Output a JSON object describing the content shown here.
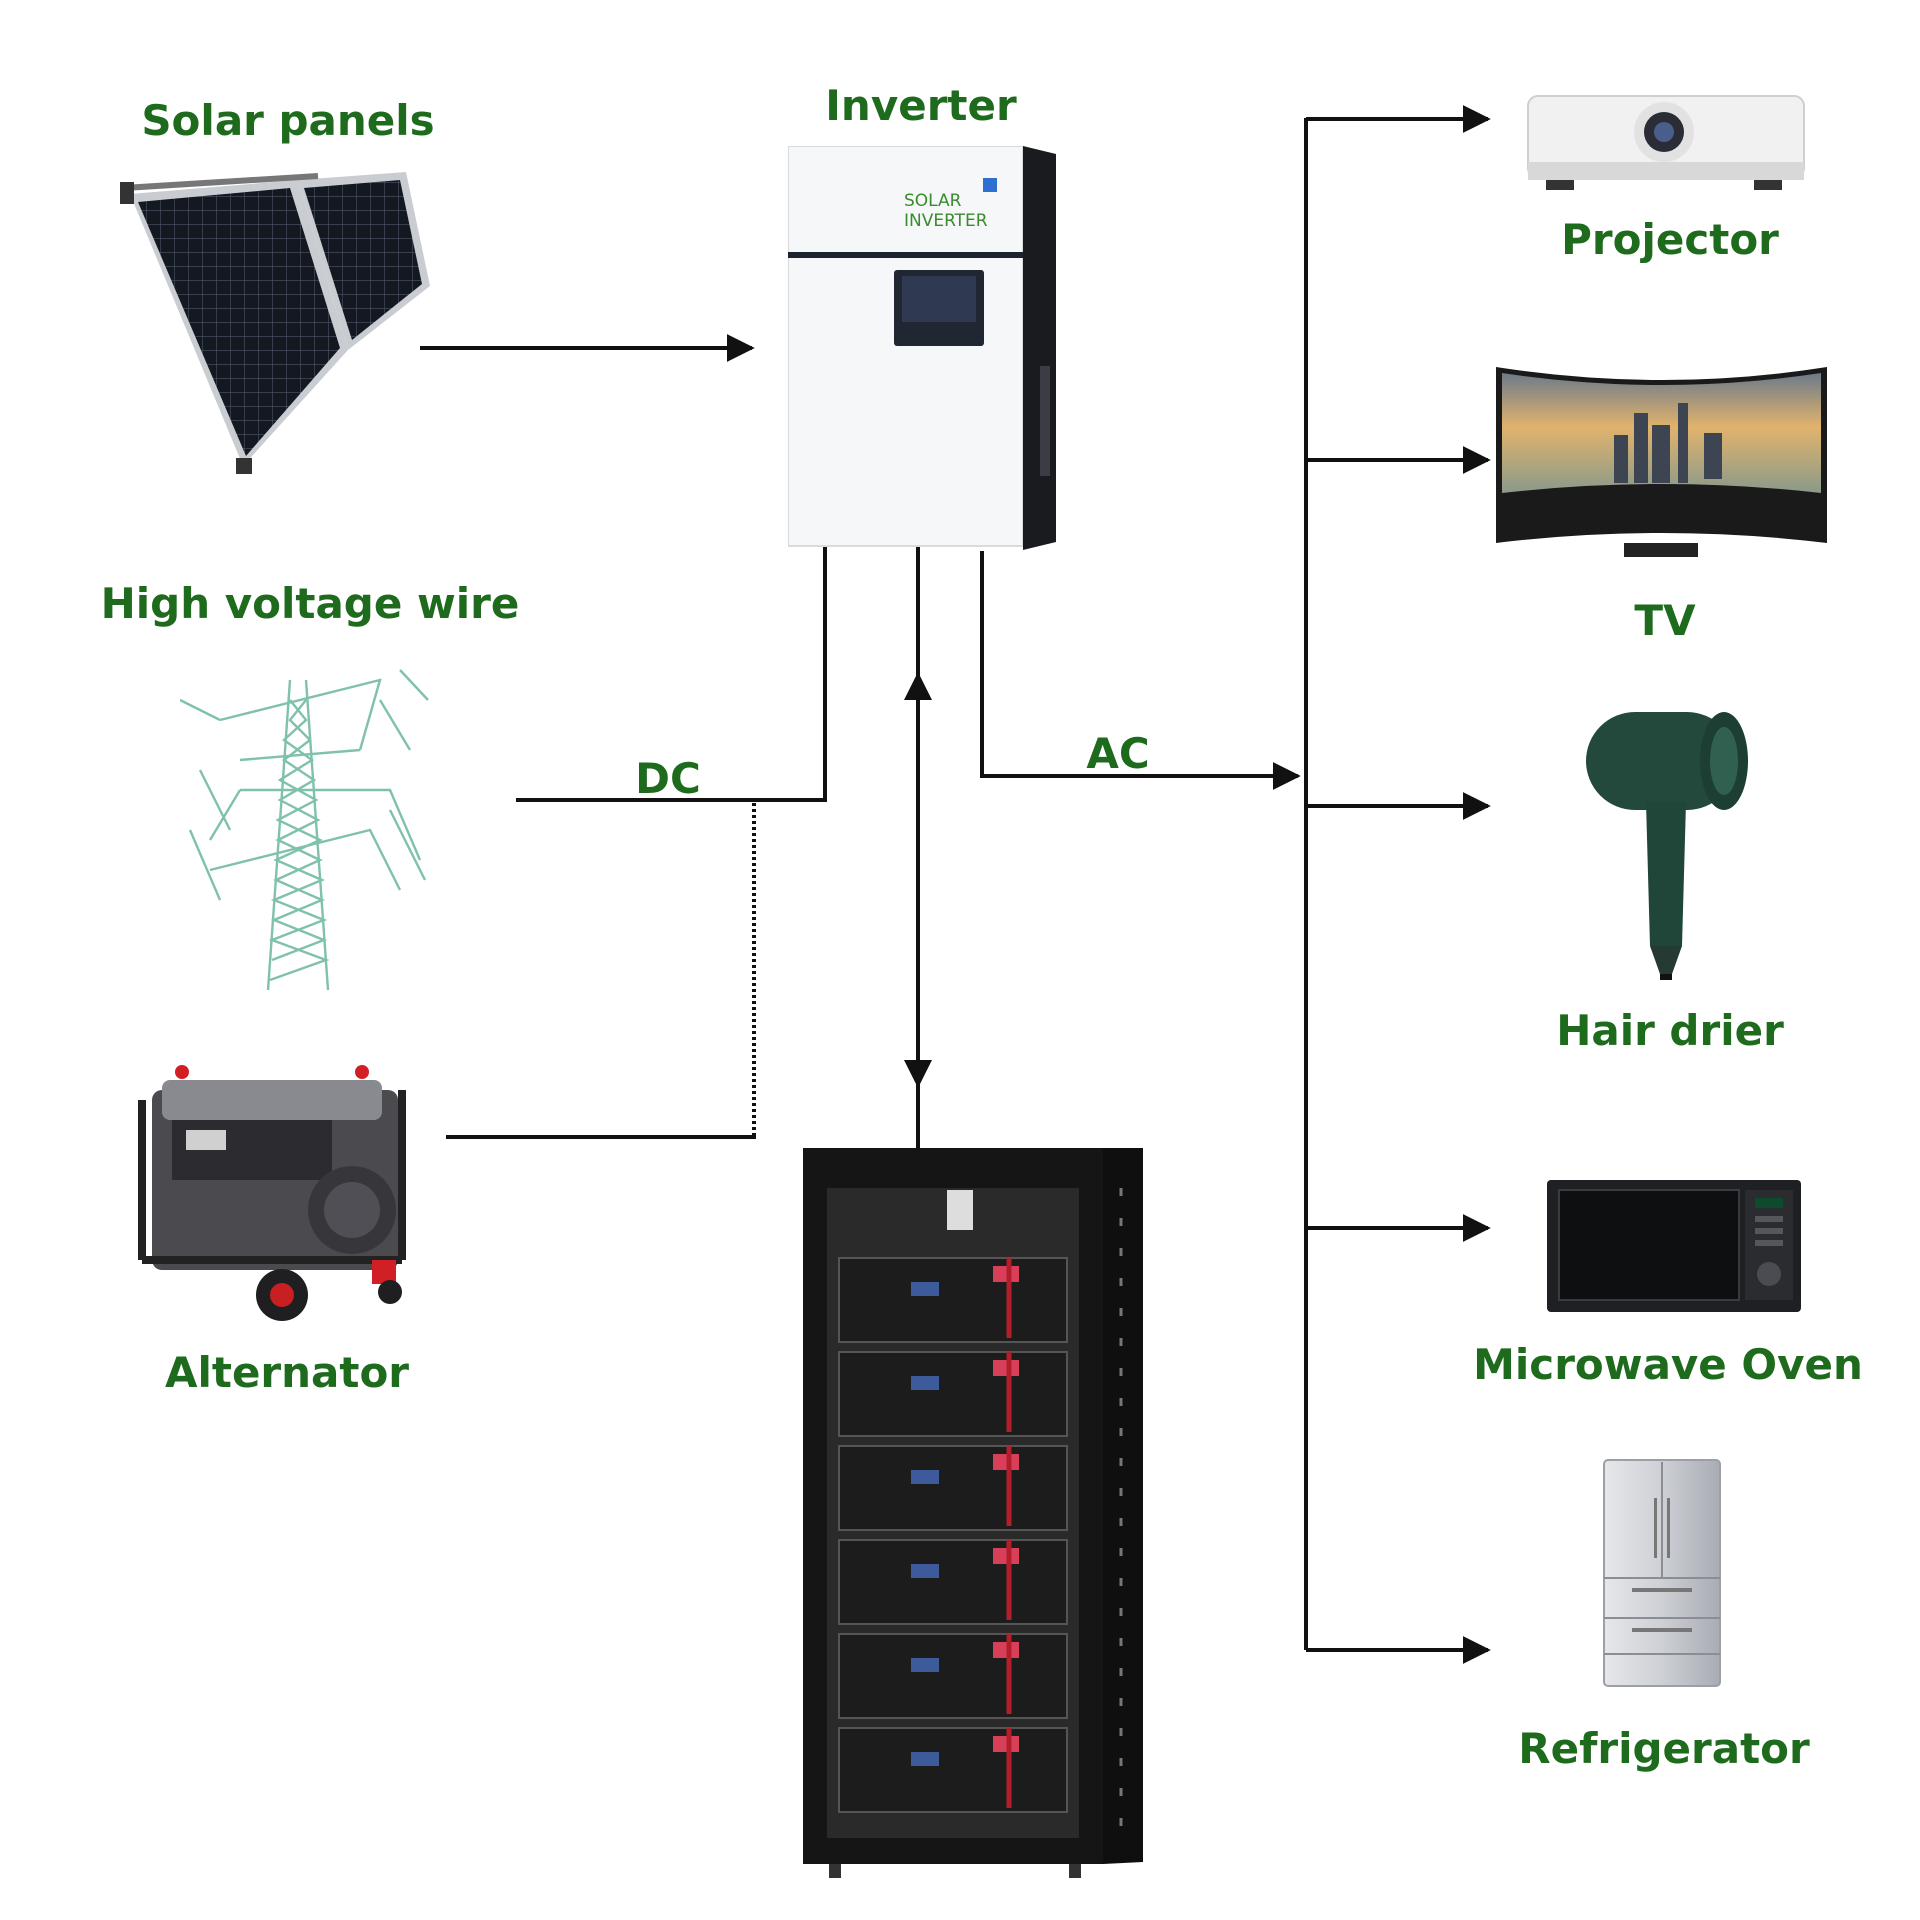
{
  "colors": {
    "label_green": "#1e6b1e",
    "wire": "#111111"
  },
  "sources": {
    "solar": {
      "label": "Solar panels",
      "icon": "solar-panel-icon"
    },
    "grid": {
      "label": "High voltage wire",
      "icon": "power-tower-icon"
    },
    "alternator": {
      "label": "Alternator",
      "icon": "generator-icon"
    }
  },
  "inverter": {
    "label": "Inverter",
    "icon": "inverter-icon",
    "brand_line1": "SOLAR",
    "brand_line2": "INVERTER"
  },
  "battery": {
    "icon": "battery-rack-icon"
  },
  "links": {
    "dc": "DC",
    "ac": "AC"
  },
  "loads": [
    {
      "label": "Projector",
      "icon": "projector-icon"
    },
    {
      "label": "TV",
      "icon": "tv-icon"
    },
    {
      "label": "Hair drier",
      "icon": "hair-dryer-icon"
    },
    {
      "label": "Microwave Oven",
      "icon": "microwave-icon"
    },
    {
      "label": "Refrigerator",
      "icon": "refrigerator-icon"
    }
  ]
}
